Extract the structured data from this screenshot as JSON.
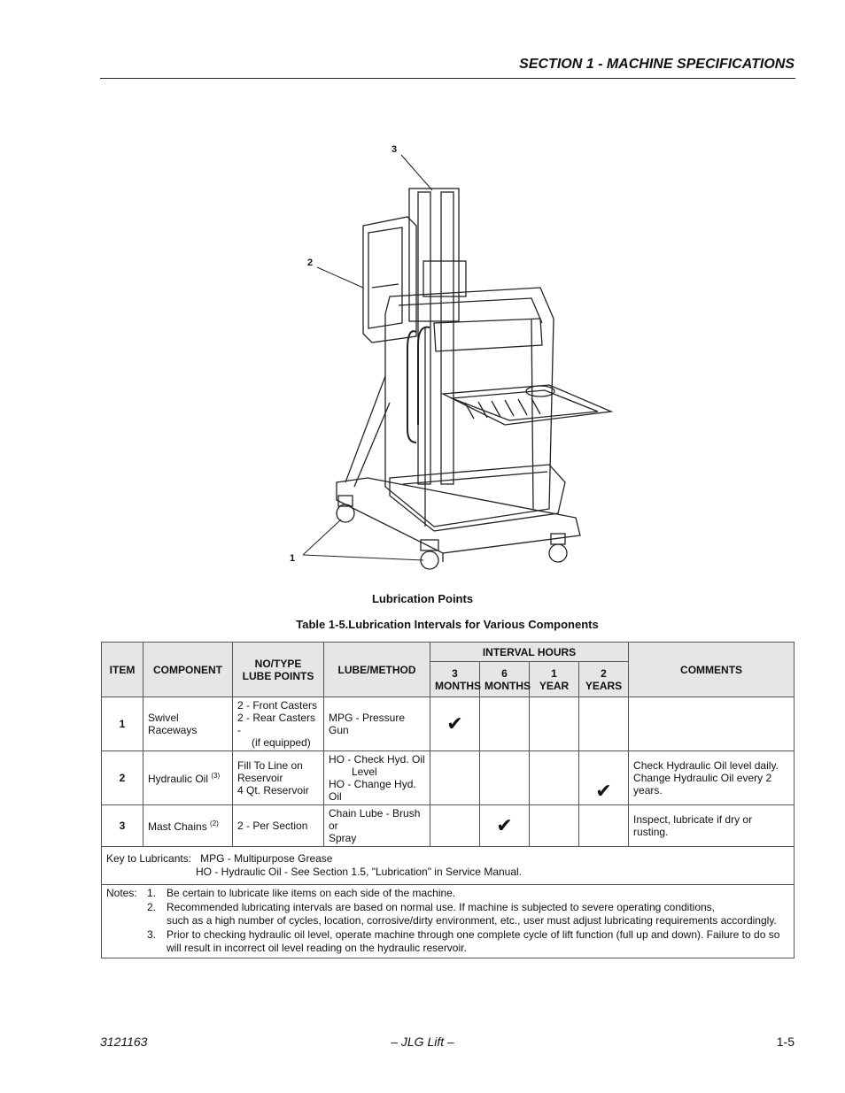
{
  "header": {
    "section_title": "SECTION 1 - MACHINE SPECIFICATIONS"
  },
  "figure": {
    "callouts": [
      "1",
      "2",
      "3"
    ],
    "caption": "Lubrication Points"
  },
  "table": {
    "caption": "Table 1-5.Lubrication Intervals for Various Components",
    "headers": {
      "item": "ITEM",
      "component": "COMPONENT",
      "lube_points_1": "NO/TYPE",
      "lube_points_2": "LUBE POINTS",
      "method": "LUBE/METHOD",
      "interval": "INTERVAL HOURS",
      "int1_a": "3",
      "int1_b": "MONTHS",
      "int2_a": "6",
      "int2_b": "MONTHS",
      "int3_a": "1",
      "int3_b": "YEAR",
      "int4_a": "2",
      "int4_b": "YEARS",
      "comments": "COMMENTS"
    },
    "check_mark": "✔",
    "rows": [
      {
        "item": "1",
        "component": "Swivel Raceways",
        "points_1": "2 - Front Casters",
        "points_2": "2 - Rear Casters -",
        "points_3": "(if equipped)",
        "method_1": "MPG - Pressure Gun",
        "comment_1": ""
      },
      {
        "item": "2",
        "component": "Hydraulic Oil",
        "sup": "(3)",
        "points_1": "Fill To Line on",
        "points_2": "Reservoir",
        "points_3": "4 Qt. Reservoir",
        "method_1": "HO - Check Hyd. Oil",
        "method_2": "Level",
        "method_3": "HO - Change Hyd. Oil",
        "comment_1": "Check Hydraulic Oil level daily.",
        "comment_2": "Change  Hydraulic Oil every 2",
        "comment_3": "years."
      },
      {
        "item": "3",
        "component": "Mast Chains",
        "sup": "(2)",
        "points_1": "2 - Per Section",
        "method_1": "Chain Lube - Brush or",
        "method_2": "Spray",
        "comment_1": "Inspect, lubricate if dry or rusting."
      }
    ],
    "key": {
      "label": "Key to Lubricants:",
      "line1": "MPG - Multipurpose Grease",
      "line2": "HO - Hydraulic Oil - See Section 1.5, \"Lubrication\"  in Service Manual."
    },
    "notes": {
      "label": "Notes:",
      "items": [
        {
          "num": "1.",
          "text": "Be certain to lubricate like items on each side of the machine."
        },
        {
          "num": "2.",
          "text": "Recommended lubricating intervals are based on normal use.  If machine is subjected to severe operating conditions,",
          "text2": "such as a high number of cycles, location, corrosive/dirty environment, etc., user must adjust lubricating requirements accordingly."
        },
        {
          "num": "3.",
          "text": "Prior to checking hydraulic oil level, operate machine through one complete cycle of lift function (full up and down). Failure to do so will result in incorrect oil level reading on the hydraulic reservoir."
        }
      ]
    }
  },
  "footer": {
    "doc_number": "3121163",
    "brand": "– JLG Lift –",
    "page": "1-5"
  }
}
